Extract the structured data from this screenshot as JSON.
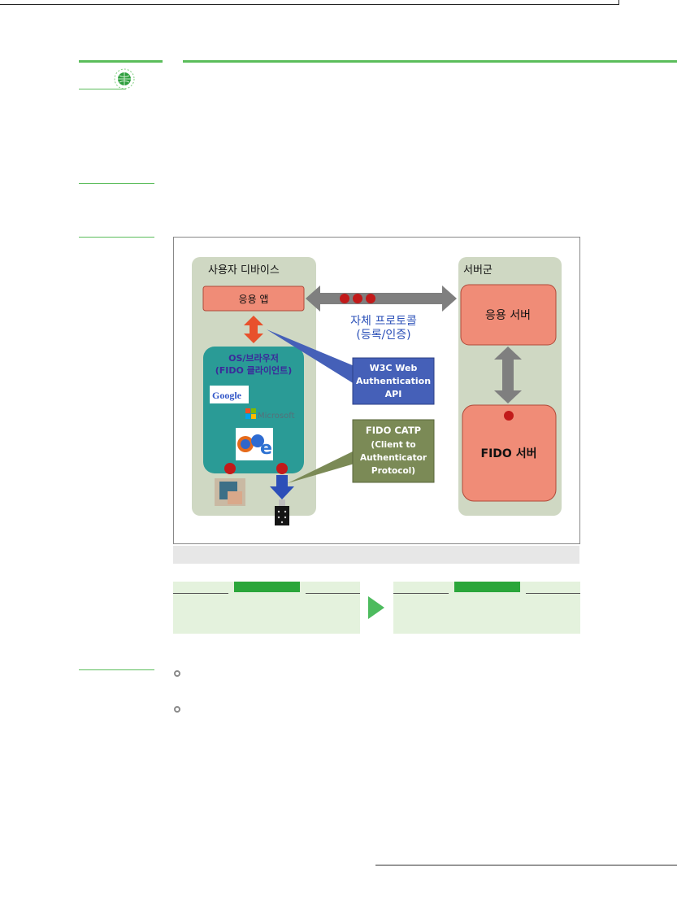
{
  "diagram": {
    "device_group_label": "사용자 디바이스",
    "server_group_label": "서버군",
    "app_label": "응용 앱",
    "protocol_label_line1": "자체 프로토콜",
    "protocol_label_line2": "(등록/인증)",
    "os_label_line1": "OS/브라우저",
    "os_label_line2": "(FIDO 클라이언트)",
    "google_label": "Google",
    "microsoft_label": "Microsoft",
    "w3c_line1": "W3C Web",
    "w3c_line2": "Authentication",
    "w3c_line3": "API",
    "catp_line1": "FIDO CATP",
    "catp_line2": "(Client to",
    "catp_line3": "Authenticator",
    "catp_line4": "Protocol)",
    "app_server_label": "응용 서버",
    "fido_server_label": "FIDO 서버"
  },
  "colors": {
    "accent_green": "#5bbd5b",
    "group_bg": "#cfd8c3",
    "salmon_box": "#f08c77",
    "teal_box": "#2a9b96",
    "w3c_box": "#4560b8",
    "catp_box": "#7b8a56",
    "protocol_text": "#2b50b8",
    "arrow_gray": "#7f7f7f",
    "arrow_orange": "#e8512c",
    "arrow_blue": "#2c4fb8",
    "dot_red": "#c21a1a"
  }
}
